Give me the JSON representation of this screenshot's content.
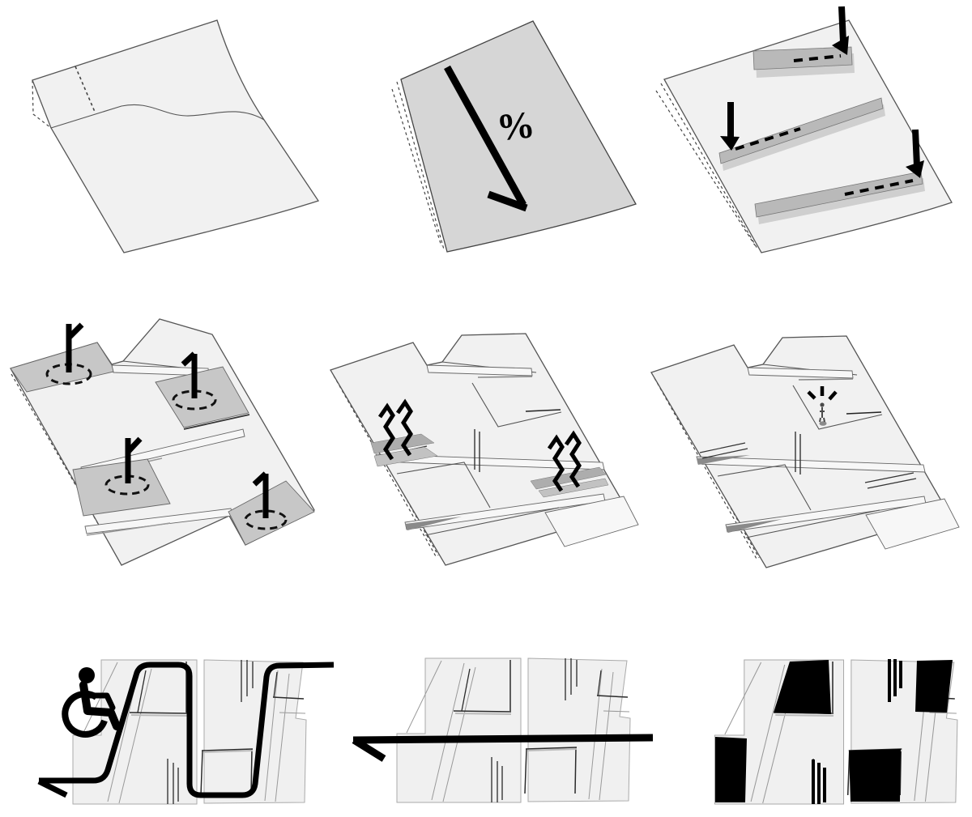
{
  "figure": {
    "type": "architectural-concept-diagram-grid",
    "rows": 3,
    "columns": 3
  },
  "colors": {
    "background": "#ffffff",
    "sheet_light": "#f1f1f1",
    "sheet_medium": "#d6d6d6",
    "bar_gray": "#b9b9b9",
    "patch_gray": "#c7c7c7",
    "louver_gray": "#adadad",
    "section_fill": "#f0f0f0",
    "outline_dark": "#555555",
    "outline_light": "#aaaaaa",
    "ink": "#000000"
  },
  "panels": {
    "terrain": {
      "name": "site-sheet-with-contour",
      "icons": [
        "dashed-fold-line",
        "contour-curve"
      ]
    },
    "slope": {
      "name": "slope-direction-sheet",
      "percent_label": "%",
      "icons": [
        "slope-arrow"
      ]
    },
    "ramps": {
      "name": "sloping-bars-sheet",
      "bar_count": 3,
      "icons": [
        "down-arrow",
        "dashed-slope-line"
      ]
    },
    "anchors": {
      "name": "flag-marker-plan",
      "marker_count": 4,
      "icons": [
        "flag-marker",
        "dashed-ellipse"
      ]
    },
    "vents": {
      "name": "air-flow-plan",
      "vent_pair_count": 2,
      "icons": [
        "zigzag-steam-arrow",
        "gray-louver"
      ]
    },
    "viewpoint": {
      "name": "person-viewpoint-plan",
      "icons": [
        "person-figure",
        "radiating-dashes"
      ]
    },
    "accessible_route": {
      "name": "section-accessible-route",
      "icons": [
        "wheelchair-symbol",
        "switchback-route-arrow"
      ]
    },
    "through_route": {
      "name": "section-through-route",
      "icons": [
        "left-arrow"
      ]
    },
    "solid_rooms": {
      "name": "section-solid-rooms",
      "black_room_count": 4,
      "black_bar_groups": 2
    }
  }
}
